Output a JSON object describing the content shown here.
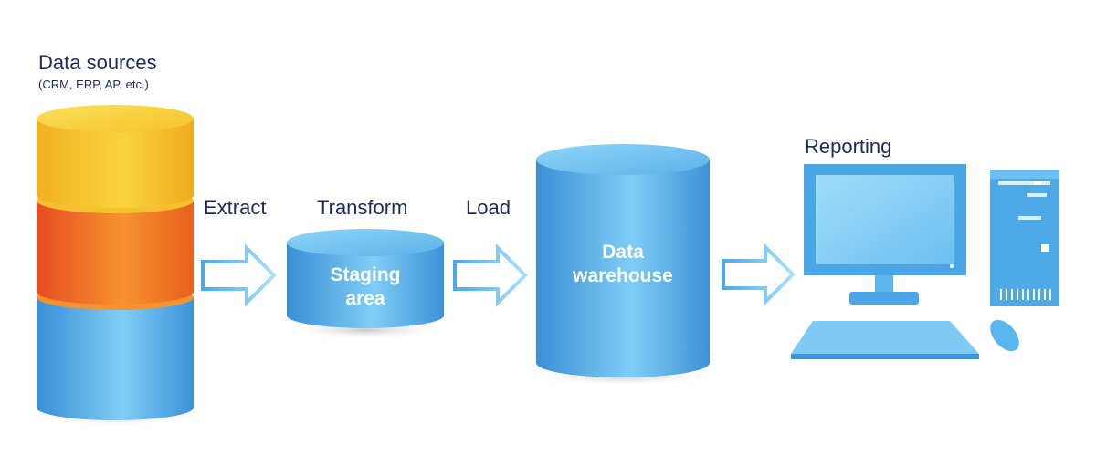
{
  "sources": {
    "title": "Data sources",
    "subtitle": "(CRM, ERP, AP, etc.)"
  },
  "steps": {
    "extract": "Extract",
    "transform": "Transform",
    "load": "Load"
  },
  "staging": {
    "line1": "Staging",
    "line2": "area"
  },
  "warehouse": {
    "line1": "Data",
    "line2": "warehouse"
  },
  "reporting": {
    "title": "Reporting"
  },
  "colors": {
    "label_text": "#1f2a5c",
    "cylinder_blue": "#5fb4ea",
    "cylinder_orange": "#f37a2a",
    "cylinder_yellow": "#f6c12e",
    "arrow_outline": "#66c2f2",
    "computer_blue": "#5cb6ee"
  },
  "icons": [
    "stacked-database-icon",
    "staging-cylinder-icon",
    "warehouse-cylinder-icon",
    "arrow-right-icon",
    "desktop-computer-icon"
  ]
}
